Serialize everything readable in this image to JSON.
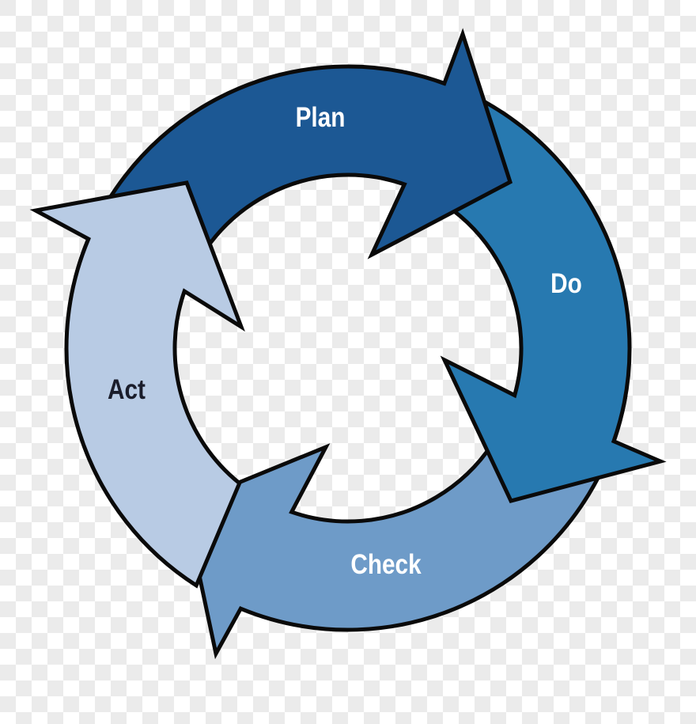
{
  "diagram": {
    "type": "cycle",
    "stages": [
      {
        "label": "Plan",
        "color": "#1c5894",
        "text_color": "#ffffff"
      },
      {
        "label": "Do",
        "color": "#2779b0",
        "text_color": "#ffffff"
      },
      {
        "label": "Check",
        "color": "#6e9bc8",
        "text_color": "#ffffff"
      },
      {
        "label": "Act",
        "color": "#b8cbe4",
        "text_color": "#1a1d2b"
      }
    ],
    "outline_color": "#0a0a0a"
  }
}
